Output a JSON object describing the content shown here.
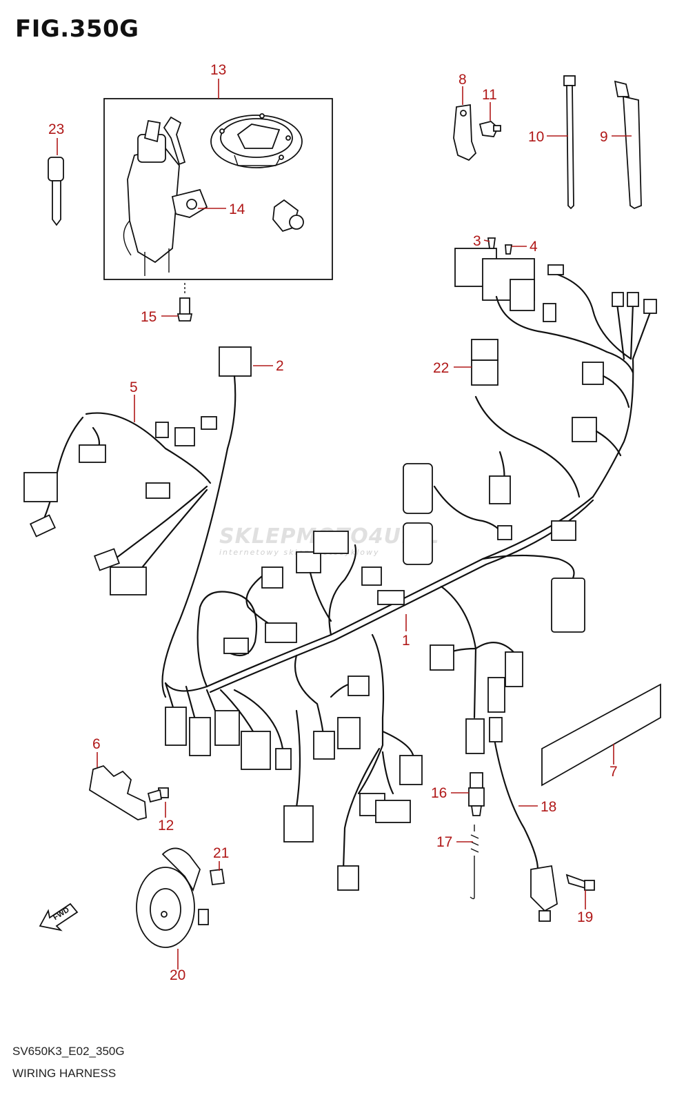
{
  "figure": {
    "title": "FIG.350G",
    "code": "SV650K3_E02_350G",
    "caption": "WIRING HARNESS"
  },
  "watermark": {
    "text": "SKLEPMOTO4U.PL",
    "subtext": "internetowy sklep motocyklowy"
  },
  "direction_marker": "FWD",
  "callouts": [
    "1",
    "2",
    "3",
    "4",
    "5",
    "6",
    "7",
    "8",
    "9",
    "10",
    "11",
    "12",
    "13",
    "14",
    "15",
    "16",
    "17",
    "18",
    "19",
    "20",
    "21",
    "22",
    "23"
  ],
  "colors": {
    "callout": "#b01818",
    "line": "#111111"
  }
}
